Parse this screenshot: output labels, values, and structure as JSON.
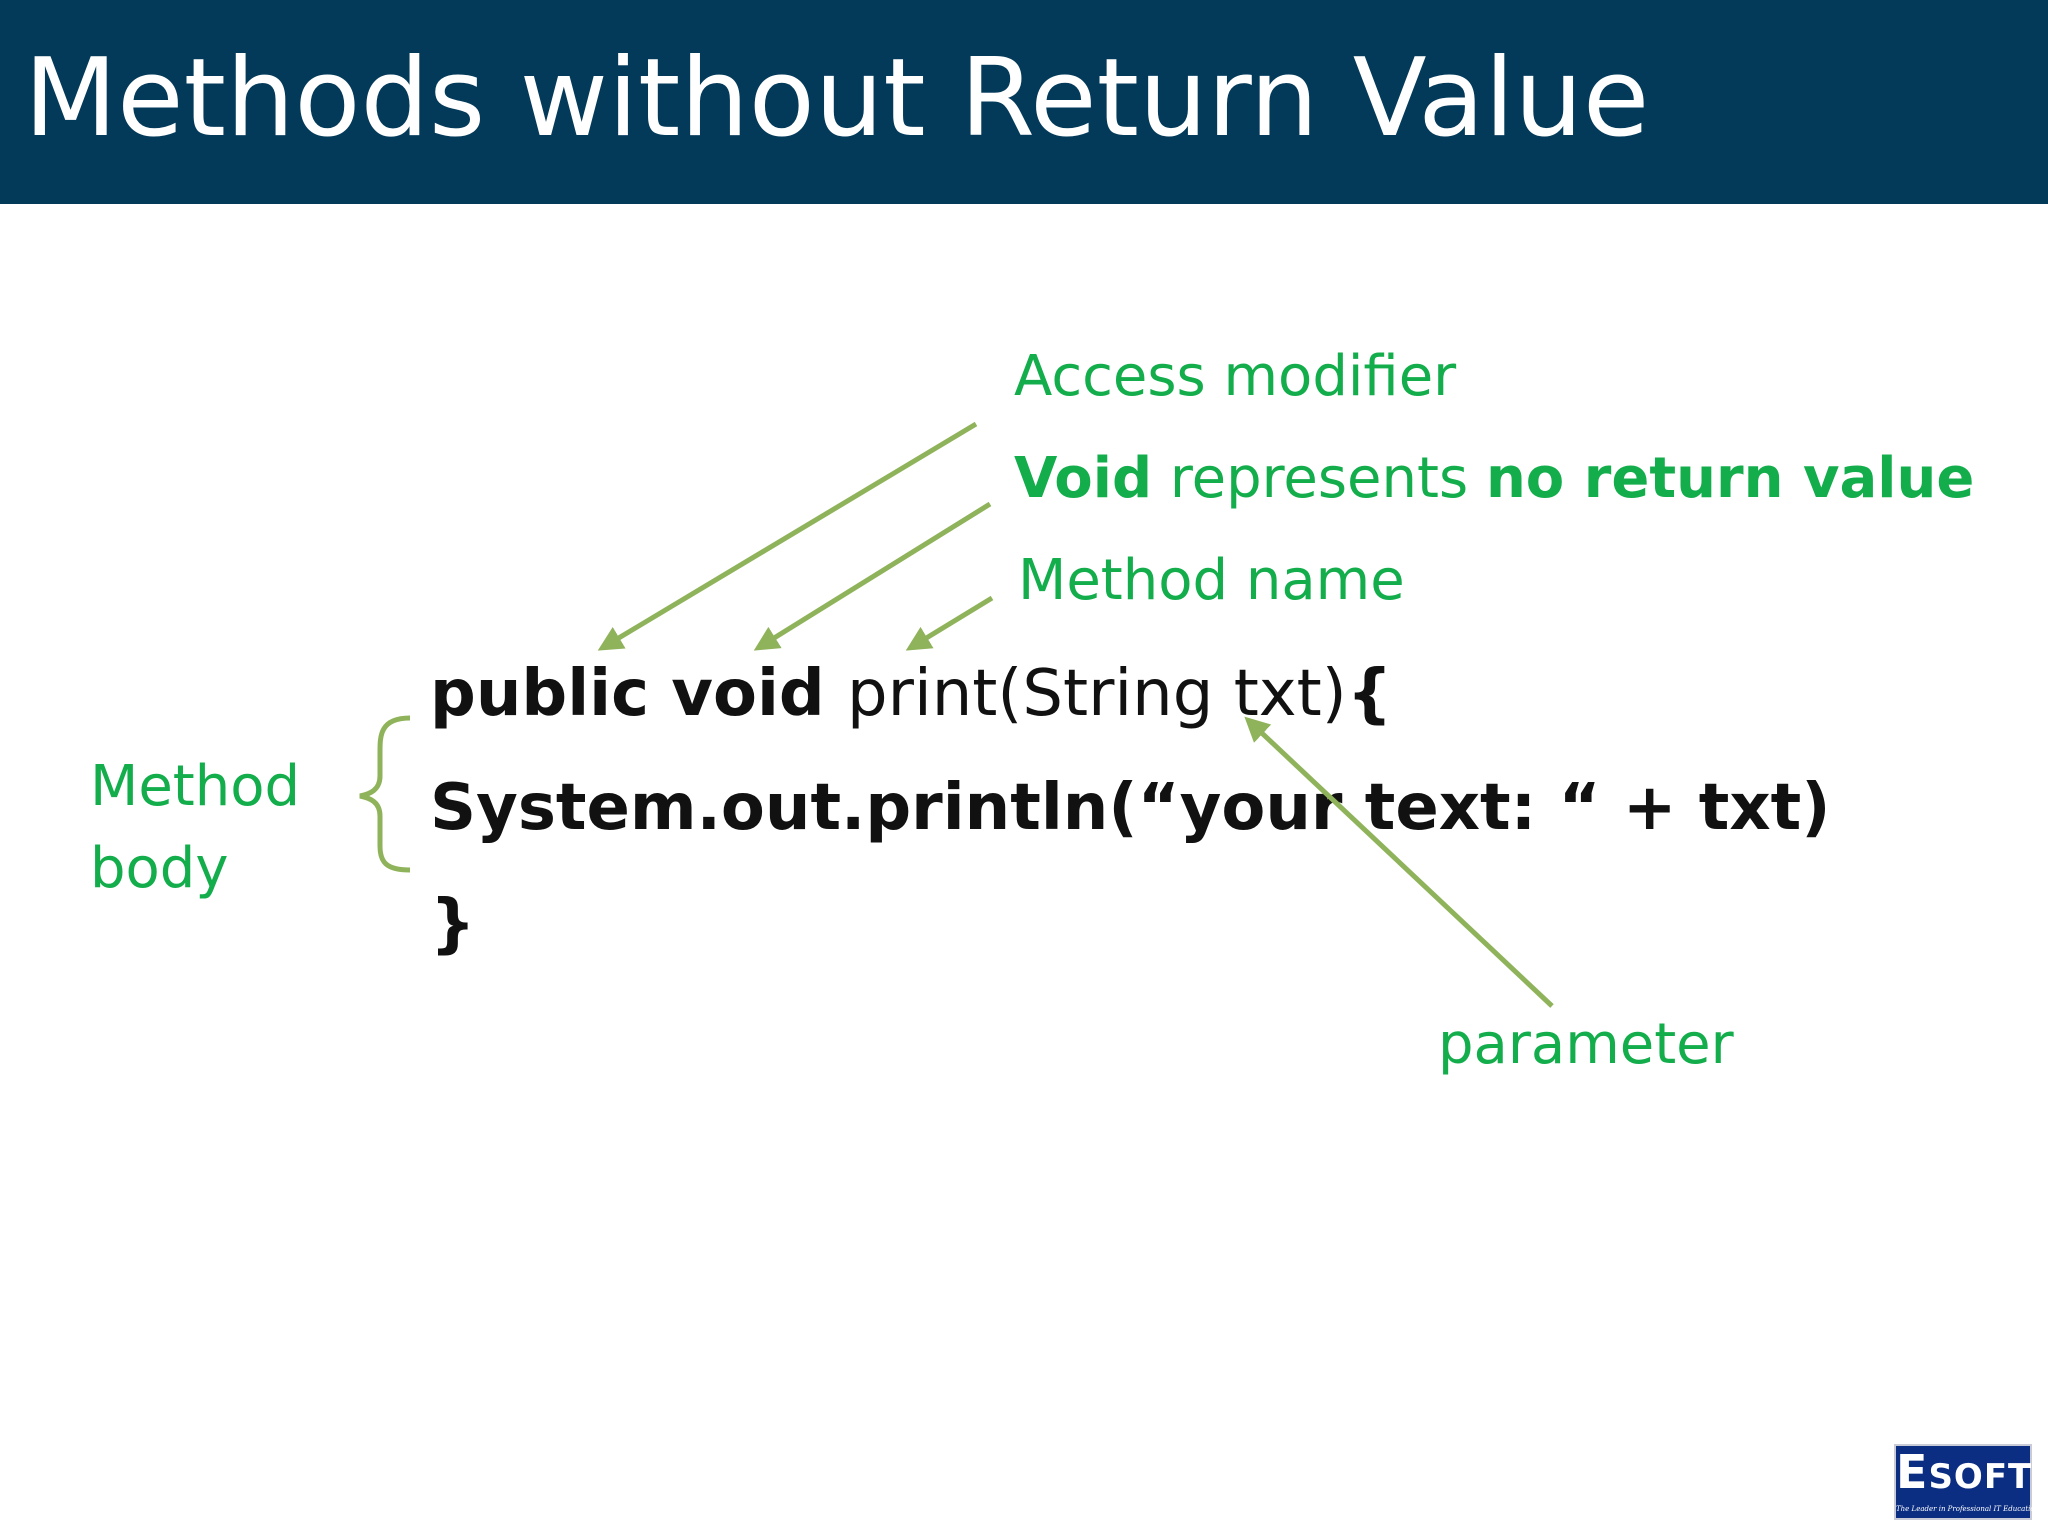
{
  "slide": {
    "title": "Methods without Return Value"
  },
  "annotations": {
    "access_modifier": "Access modifier",
    "void_prefix": "Void",
    "void_middle": " represents ",
    "void_suffix": "no return value",
    "method_name": "Method name",
    "parameter": "parameter",
    "method_body_line1": "Method",
    "method_body_line2": "body"
  },
  "code": {
    "line1_keywords": "public void ",
    "line1_signature": "print(String txt)",
    "line1_brace": "{",
    "line2": "System.out.println(“your text: “ + txt)",
    "line3": "}"
  },
  "logo": {
    "word_initial": "E",
    "word_rest": "SOFT",
    "tagline": "The Leader in Professional IT Education"
  },
  "colors": {
    "title_bar": "#033a5a",
    "annotation_text": "#13ad4c",
    "arrow": "#8fb35a",
    "code_text": "#111111",
    "logo_bg": "#0b2e82"
  }
}
